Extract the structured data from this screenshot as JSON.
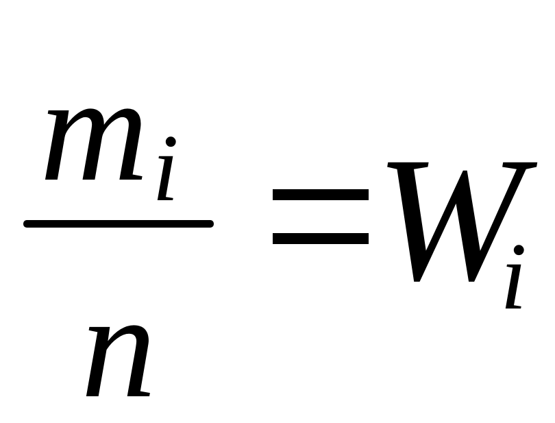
{
  "formula": {
    "numerator": {
      "variable": "m",
      "subscript": "i"
    },
    "denominator": {
      "variable": "n"
    },
    "operator": "=",
    "result": {
      "variable": "W",
      "subscript": "i"
    }
  }
}
